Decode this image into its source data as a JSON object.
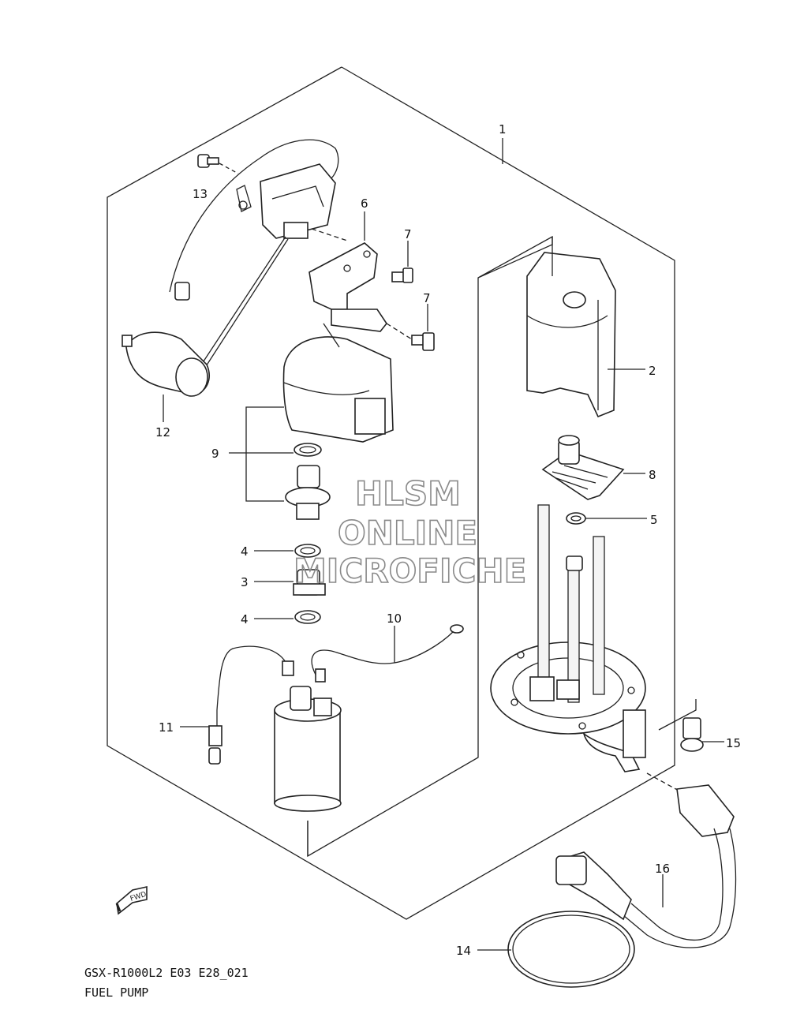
{
  "diagram": {
    "code": "GSX-R1000L2 E03 E28_021",
    "name": "FUEL PUMP",
    "watermark": [
      "HLSM",
      "ONLINE",
      "MICROFICHE"
    ],
    "fwd_label": "FWD",
    "callouts": [
      "1",
      "2",
      "3",
      "4",
      "4",
      "5",
      "6",
      "7",
      "7",
      "8",
      "9",
      "10",
      "11",
      "12",
      "13",
      "14",
      "15",
      "16"
    ]
  }
}
